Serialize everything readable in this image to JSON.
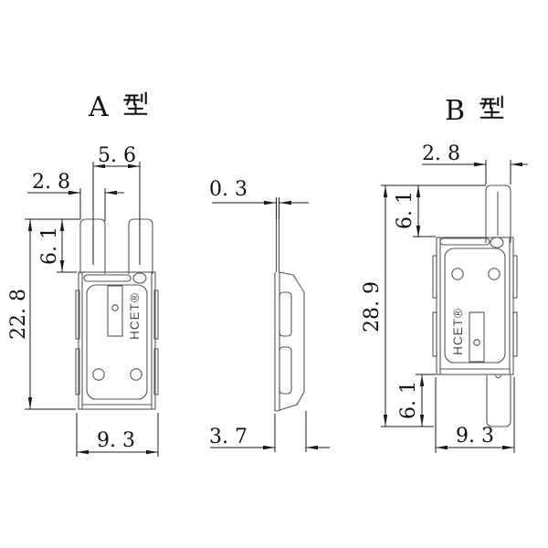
{
  "titles": {
    "a_letter": "A",
    "b_letter": "B",
    "kanji": "型"
  },
  "brand_label": "HCET®",
  "dims": {
    "a_pin_pitch": "5. 6",
    "a_pin_width": "2. 8",
    "a_pin_length": "6. 1",
    "a_overall_height": "22. 8",
    "a_body_width": "9. 3",
    "side_pin_thickness": "0. 3",
    "side_body_thickness": "3. 7",
    "b_pin_width": "2. 8",
    "b_pin_top_length": "6. 1",
    "b_overall_height": "28. 9",
    "b_pin_bottom_length": "6. 1",
    "b_body_width": "9. 3"
  }
}
